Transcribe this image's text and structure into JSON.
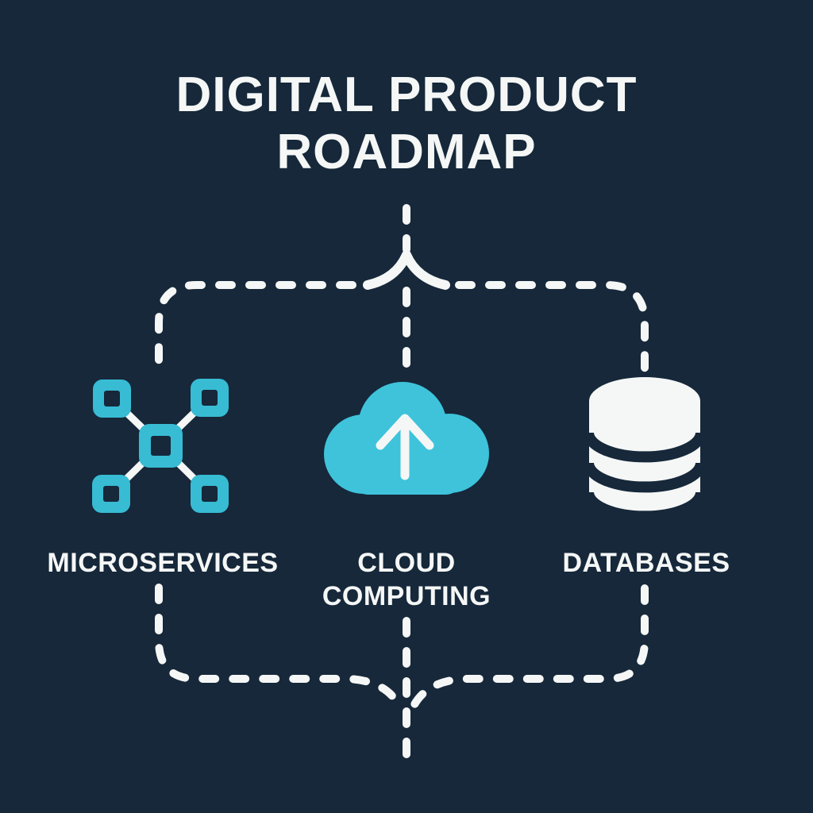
{
  "title": {
    "line1": "DIGITAL PRODUCT",
    "line2": "ROADMAP"
  },
  "nodes": [
    {
      "id": "microservices",
      "label": "MICROSERVICES",
      "icon": "microservices-network-icon"
    },
    {
      "id": "cloud-computing",
      "label": "CLOUD COMPUTING",
      "icon": "cloud-upload-icon"
    },
    {
      "id": "databases",
      "label": "DATABASES",
      "icon": "database-stack-icon"
    }
  ],
  "connectors": {
    "style": "dashed",
    "color": "#F5F7F6"
  },
  "colors": {
    "background": "#16283A",
    "accent_teal": "#37BCD4",
    "cloud_teal": "#3EC3DB",
    "foreground_white": "#F5F7F6"
  }
}
